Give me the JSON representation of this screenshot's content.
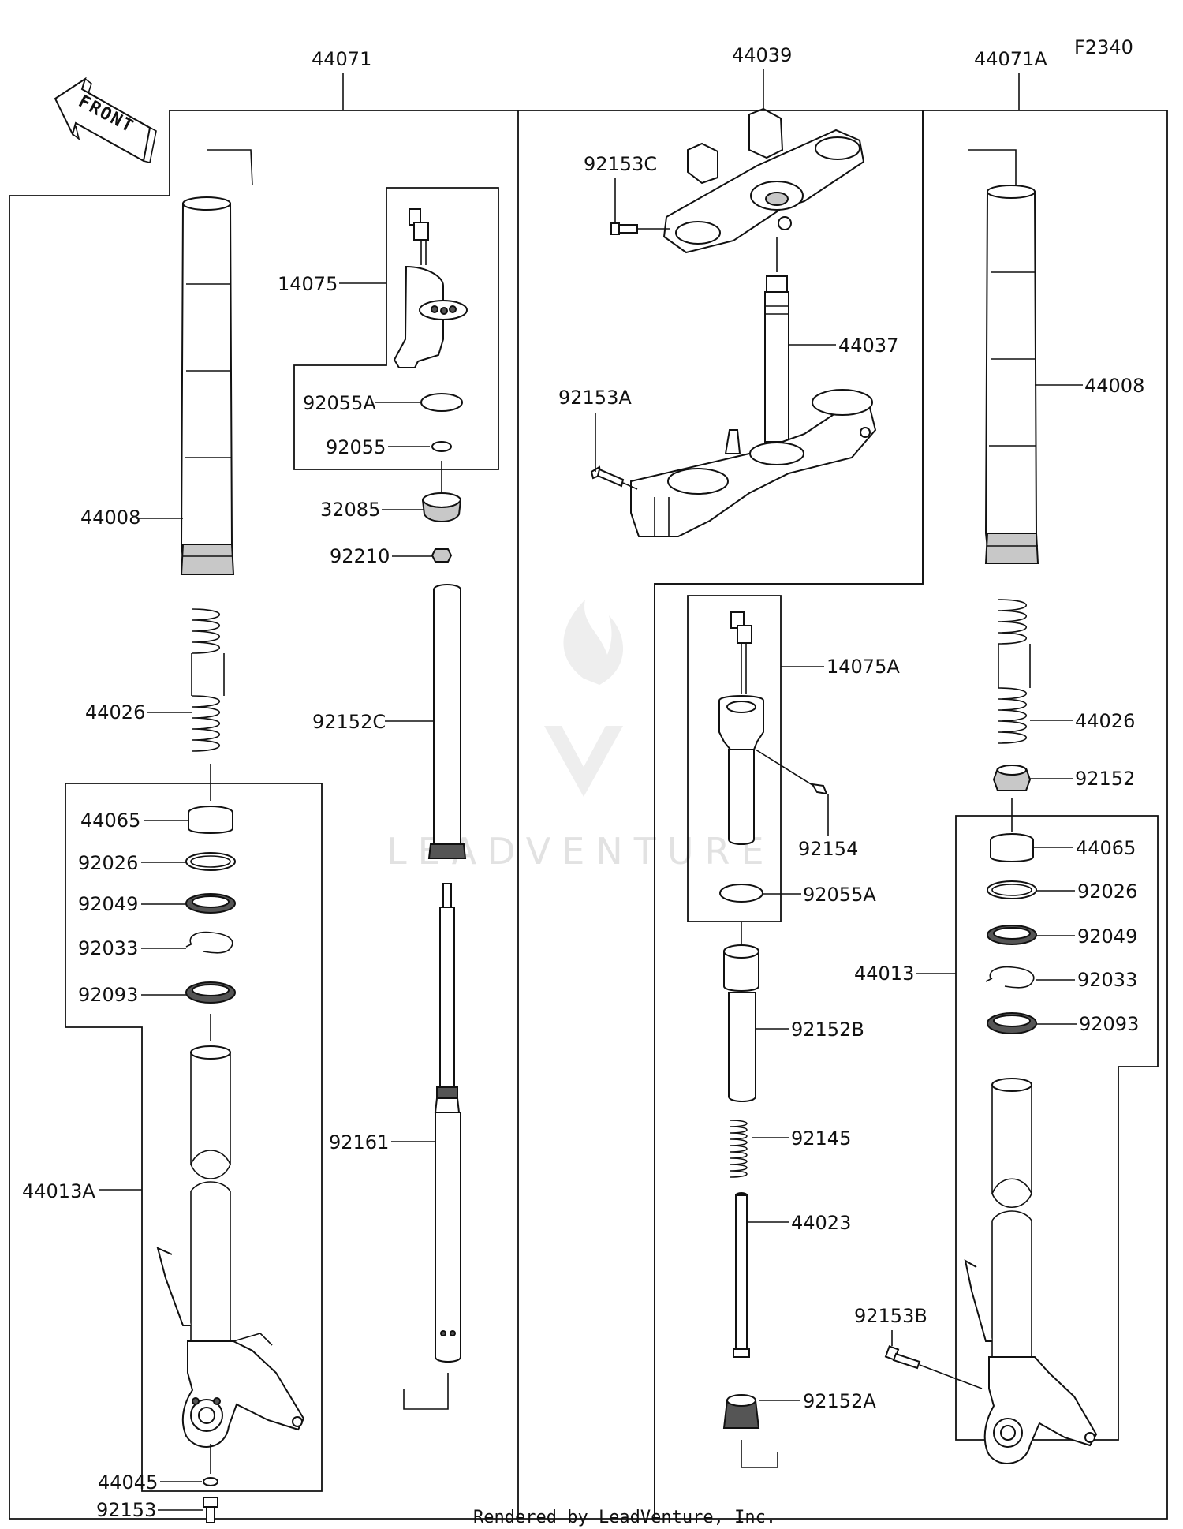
{
  "diagram_code": "F2340",
  "front_arrow": "FRONT",
  "watermark": "LEADVENTURE",
  "footer": "Rendered by LeadVenture, Inc.",
  "assembly_labels": {
    "left_fork": "44071",
    "steering_stem": "44039",
    "right_fork": "44071A"
  },
  "part_labels": {
    "left_inner_tube": "44008",
    "left_spring": "44026",
    "left_damper_unit": "14075",
    "left_oring_large": "92055A",
    "left_oring_small": "92055",
    "left_collar": "32085",
    "left_nut": "92210",
    "left_pipe": "92152C",
    "left_rod": "92161",
    "left_bushing": "44065",
    "left_washer": "92026",
    "left_oil_seal": "92049",
    "left_clip": "92033",
    "left_dust_seal": "92093",
    "left_outer_tube": "44013A",
    "left_gasket": "44045",
    "left_bolt": "92153",
    "top_bolt": "92153C",
    "stem": "44037",
    "stem_bolt": "92153A",
    "right_inner_tube": "44008",
    "right_damper_unit": "14075A",
    "right_screw": "92154",
    "right_oring": "92055A",
    "right_spring": "44026",
    "right_collar": "92152",
    "right_bushing": "44065",
    "right_washer": "92026",
    "right_oil_seal": "92049",
    "right_clip": "92033",
    "right_dust_seal": "92093",
    "right_outer_tube": "44013",
    "right_pipe": "92152B",
    "right_small_spring": "92145",
    "right_rod": "44023",
    "right_nut": "92152A",
    "right_axle_bolt": "92153B"
  }
}
